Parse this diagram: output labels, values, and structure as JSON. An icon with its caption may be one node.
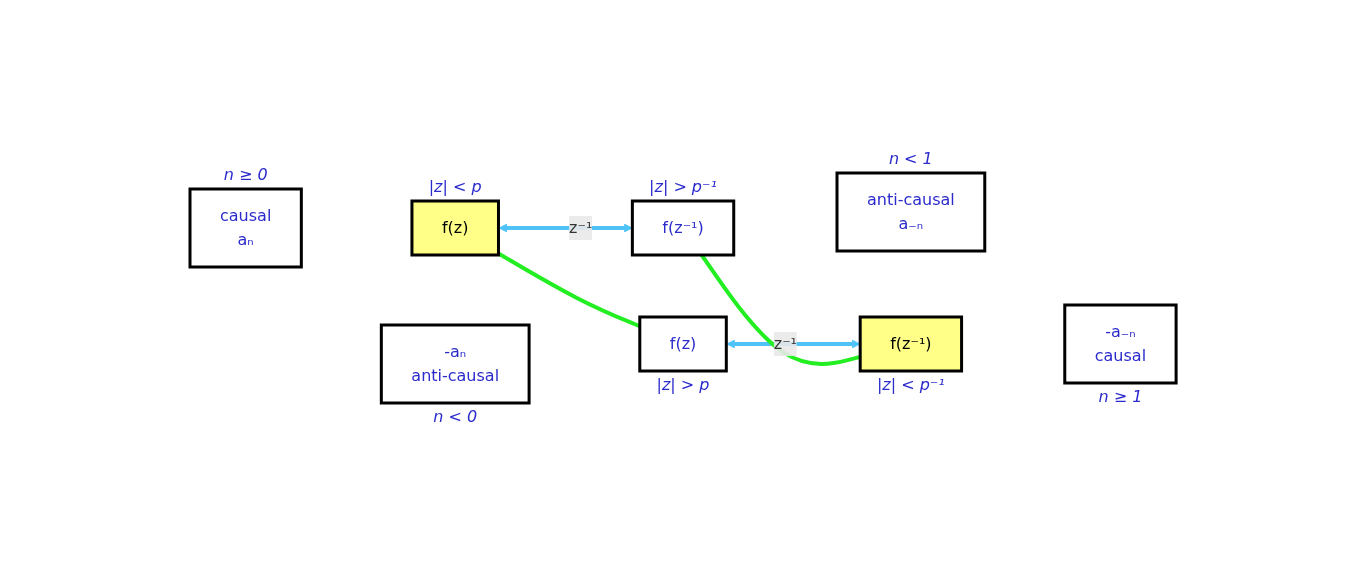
{
  "diagram": {
    "nodes": [
      {
        "text": [
          "causal",
          "aₙ"
        ],
        "beside": [
          "n ≥ 0"
        ]
      },
      {
        "text": [
          "f(z)"
        ],
        "beside": [
          "|z| < p"
        ]
      },
      {
        "text": [
          "f(z⁻¹)"
        ],
        "beside": [
          "|z| > p⁻¹"
        ]
      },
      {
        "text": [
          "anti-causal",
          "a₋ₙ"
        ],
        "beside": [
          "n < 1"
        ]
      },
      {
        "text": [
          "-aₙ",
          "anti-causal"
        ],
        "beside": [
          "n < 0"
        ]
      },
      {
        "text": [
          "f(z)"
        ],
        "beside": [
          "|z| > p"
        ]
      },
      {
        "text": [
          "f(z⁻¹)"
        ],
        "beside": [
          "|z| < p⁻¹"
        ]
      },
      {
        "text": [
          "-a₋ₙ",
          "causal"
        ],
        "beside": [
          "n ≥ 1"
        ]
      }
    ],
    "edges": [
      {
        "from": 1,
        "to": 2,
        "arrow": "both",
        "label": "z⁻¹",
        "color": "#4fc3f7"
      },
      {
        "from": 5,
        "to": 6,
        "arrow": "both",
        "label": "z⁻¹",
        "color": "#4fc3f7"
      },
      {
        "from": 1,
        "to": 5,
        "arrow": "none",
        "color": "#22ee22"
      },
      {
        "from": 2,
        "to": 6,
        "arrow": "none",
        "color": "#22ee22"
      }
    ]
  }
}
